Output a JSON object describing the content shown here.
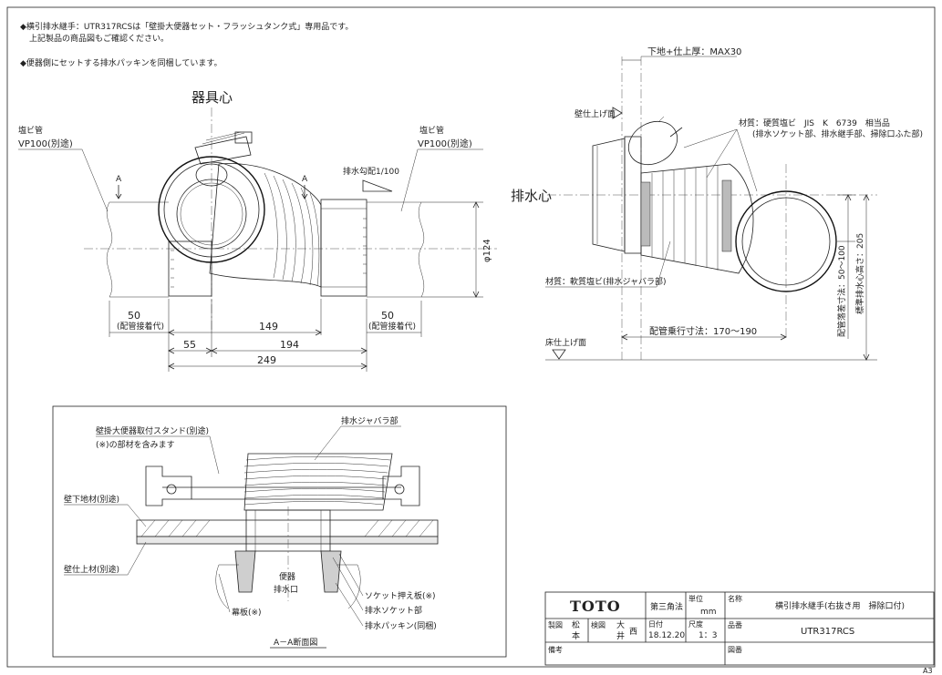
{
  "notes": [
    "◆横引排水継手：UTR317RCSは「壁掛大便器セット・フラッシュタンク式」専用品です。",
    "上記製品の商品図もご確認ください。",
    "◆便器側にセットする排水パッキンを同梱しています。"
  ],
  "front_view": {
    "center_label": "器具心",
    "left_pipe": {
      "name": "塩ビ管",
      "spec": "VP100(別途)"
    },
    "right_pipe": {
      "name": "塩ビ管",
      "spec": "VP100(別途)"
    },
    "section_marker": "A",
    "slope_label": "排水勾配1/100",
    "dia_label": "φ124",
    "dims": {
      "left_insert": "50",
      "left_insert_note": "(配管接着代)",
      "right_insert": "50",
      "right_insert_note": "(配管接着代)",
      "d149": "149",
      "d55": "55",
      "d194": "194",
      "d249": "249"
    }
  },
  "side_view": {
    "wall_thickness": "下地+仕上厚：MAX30",
    "wall_finish": "壁仕上げ面",
    "drain_center": "排水心",
    "material_hard": "材質：硬質塩ビ　JIS　K　6739　相当品",
    "material_hard_parts": "(排水ソケット部、排水継手部、掃除口ふた部)",
    "material_soft": "材質：軟質塩ビ(排水ジャバラ部)",
    "pipe_travel": "配管乗行寸法：170～190",
    "floor_finish": "床仕上げ面",
    "pipe_drop": "配管落差寸法：50～100",
    "drain_height": "標準排水心高さ：205"
  },
  "section": {
    "title": "A－A断面図",
    "label_stand": "壁掛大便器取付スタンド(別途)",
    "label_stand_note": "(※)の部材を含みます",
    "label_jabara": "排水ジャバラ部",
    "label_wall_base": "壁下地材(別途)",
    "label_wall_finish": "壁仕上材(別途)",
    "label_toilet_outlet_1": "便器",
    "label_toilet_outlet_2": "排水口",
    "label_plate": "幕板(※)",
    "label_socket_press": "ソケット押え板(※)",
    "label_socket": "排水ソケット部",
    "label_packing": "排水パッキン(同梱)"
  },
  "title_block": {
    "logo": "TOTO",
    "projection": "第三角法",
    "unit_label": "単位",
    "unit_value": "mm",
    "name_label": "名称",
    "name_value": "横引排水継手(右抜き用　掃除口付)",
    "drafter_label": "製図",
    "drafter_name_1": "松",
    "drafter_name_2": "本",
    "checker_label": "検図",
    "checker_name_1": "大",
    "checker_name_2": "井",
    "checker_name_3": "西",
    "date_label": "日付",
    "date_value": "18.12.20",
    "scale_label": "尺度",
    "scale_value": "1：3",
    "part_label": "品番",
    "part_value": "UTR317RCS",
    "remarks_label": "備考",
    "drawing_no_label": "図番"
  },
  "sheet_size": "A3"
}
